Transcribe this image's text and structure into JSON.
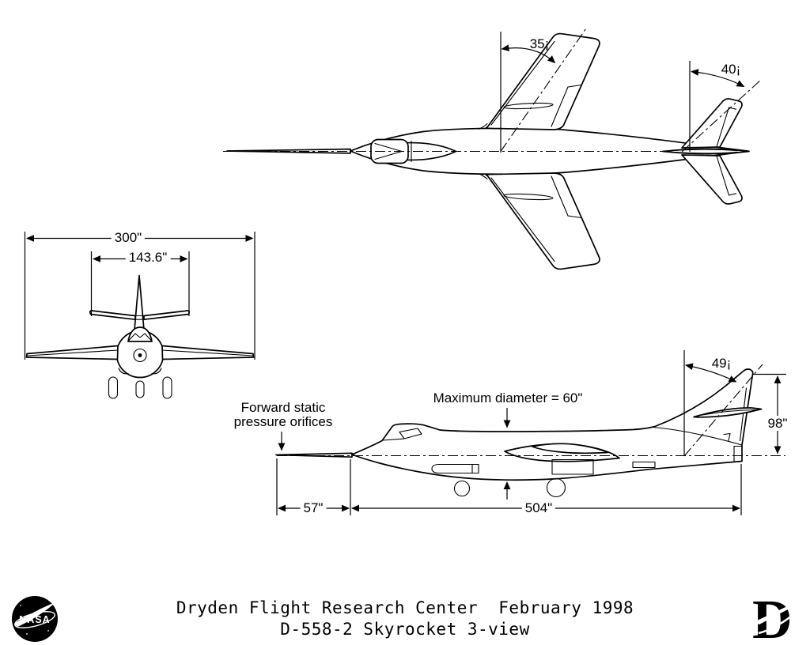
{
  "page": {
    "bg": "#ffffff",
    "ink": "#000000"
  },
  "top_view": {
    "wing_sweep": "35¡",
    "tail_sweep": "40¡"
  },
  "front_view": {
    "wingspan": "300\"",
    "tailplane_span": "143.6\""
  },
  "side_view": {
    "static_label_1": "Forward static",
    "static_label_2": "pressure orifices",
    "max_diameter": "Maximum diameter = 60\"",
    "fin_sweep": "49¡",
    "tail_height": "98\"",
    "nose_length": "57\"",
    "body_length": "504\""
  },
  "title_block": {
    "line1": "Dryden Flight Research Center  February 1998",
    "line2": "D-558-2 Skyrocket 3-view"
  },
  "logos": {
    "nasa_text": "NASA",
    "dryden_letter": "D"
  }
}
